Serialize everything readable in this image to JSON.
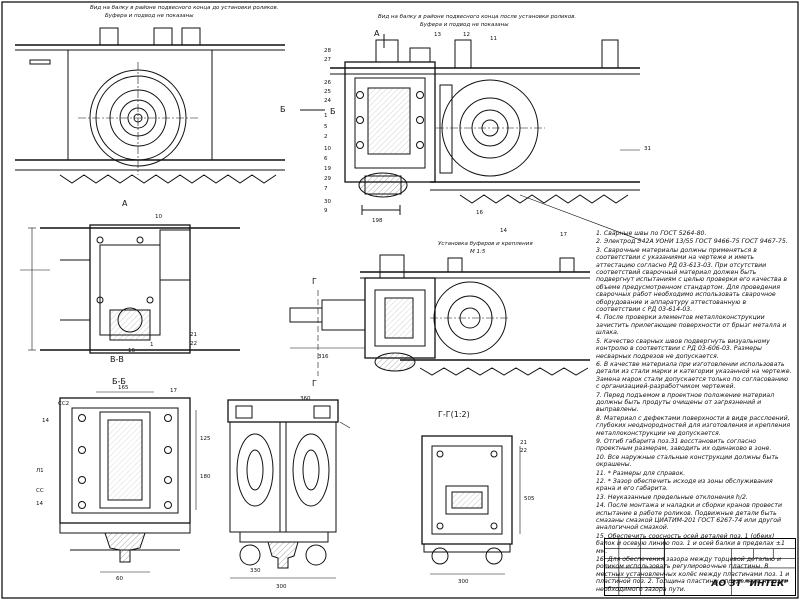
{
  "captions": {
    "top_left": [
      "Вид на балку в районе подвесного конца до установки роликов.",
      "Буфера и подвод не показаны"
    ],
    "top_right": [
      "Вид на балку в районе подвесного конца после установки роликов.",
      "Буфера и подвод не показаны"
    ],
    "mid_right": [
      "Установка буферов и крепления",
      "М 1:5"
    ]
  },
  "view_labels": {
    "a_top": "А",
    "a_mid": "А",
    "b_left": "Б",
    "b_mid": "Б",
    "bb": "Б-Б",
    "vv": "В-В",
    "gg": "Г-Г(1:2)",
    "g_left": "Г",
    "g_bottom": "Г"
  },
  "callouts": {
    "top_right_left_column": [
      "28",
      "27",
      "26",
      "25",
      "24",
      "1",
      "5",
      "2",
      "10",
      "6",
      "19",
      "29",
      "7",
      "30",
      "9"
    ],
    "top_right_top": [
      "13",
      "12",
      "11"
    ],
    "top_right_misc": [
      "31",
      "17",
      "16",
      "14"
    ],
    "mid_left": [
      "10",
      "21",
      "22",
      "1",
      "16"
    ],
    "bottom_left": [
      "СС2",
      "14",
      "17",
      "Л1",
      "СС",
      "14"
    ],
    "bottom_right": [
      "21",
      "22"
    ]
  },
  "dimensions": {
    "d_165": "165",
    "d_180": "180",
    "d_125": "125",
    "d_60": "60",
    "d_300": "300",
    "d_316": "316",
    "d_198": "198",
    "d_300b": "300",
    "d_330": "330",
    "d_505": "505",
    "d_360": "360"
  },
  "notes": [
    "1. Сварные швы по ГОСТ 5264-80.",
    "2. Электрод Э42А УОНИ 13/55 ГОСТ 9466-75 ГОСТ 9467-75.",
    "3. Сварочные материалы должны применяться в соответствии с указаниями на чертеже и иметь аттестацию согласно РД 03-613-03. При отсутствии соответствий сварочный материал должен быть подвергнут испытаниям с целью проверки его качества в объеме предусмотренном стандартом. Для проведения сварочных работ необходимо использовать сварочное оборудование и аппаратуру аттестованную в соответствии с РД 03-614-03.",
    "4. После проверки элементов металлоконструкции зачистить прилегающие поверхности от брызг металла и шлака.",
    "5. Качество сварных швов подвергнуть визуальному контролю в соответствии с РД 03-606-03. Размеры несварных подрезов не допускается.",
    "6. В качестве материала при изготовлении использовать детали из стали марки и категории указанной на чертеже. Замена марок стали допускается только по согласованию с организацией-разработчиком чертежей.",
    "7. Перед подъемом в проектное положение материал должны быть продуты очищены от загрязнений и выправлены.",
    "8. Материал с дефектами поверхности в виде расслоений, глубоких неоднородностей для изготовления и крепления металлоконструкции не допускается.",
    "9. Отгиб габарита поз.31 восстановить согласно проектным размерам, заводить их одинаково в зоне.",
    "10. Все наружные стальные конструкции должны быть окрашены.",
    "11. * Размеры для справок.",
    "12. * Зазор обеспечить исходя из зоны обслуживания крана и его габарита.",
    "13. Неуказанные предельные отклонения h/2.",
    "14. После монтажа и наладки и сборки кранов провести испытание в работе роликов. Подвижные детали быть смазаны смазкой ЦИАТИМ-201 ГОСТ 6267-74 или другой аналогичной смазкой.",
    "15. Обеспечить соосность осей деталей поз. 1 (обеих) балок и осевую линию поз. 1 и осей балки в пределах ±1 мм.",
    "16. Для обеспечения зазора между торцевой деталью и роликом использовать регулировочные пластины. В местных установленных колёс между пластинами поз. 1 и пластиной поз. 2. Толщина пластины определяется после необходимого зазора пути."
  ],
  "title_block": {
    "org": "АО ЗТ \"ИНТЕК\""
  }
}
